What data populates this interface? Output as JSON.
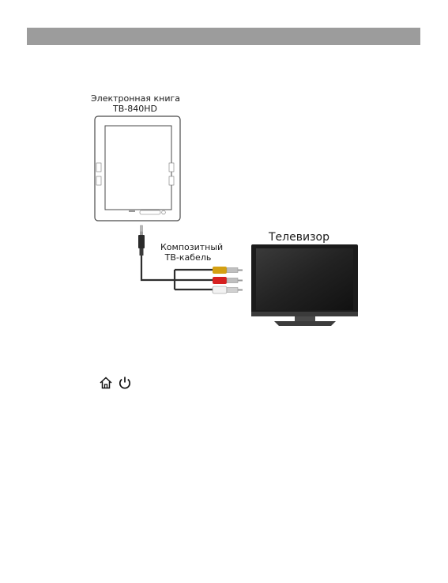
{
  "diagram": {
    "ebook_label_line1": "Электронная книга",
    "ebook_label_line2": "TB-840HD",
    "cable_label_line1": "Композитный",
    "cable_label_line2": "ТВ-кабель",
    "tv_label": "Телевизор",
    "rca_colors": [
      "#d4a012",
      "#d62020",
      "#f2f2f2"
    ],
    "header_color": "#9c9c9c"
  },
  "icons": [
    "home-icon",
    "power-icon"
  ]
}
